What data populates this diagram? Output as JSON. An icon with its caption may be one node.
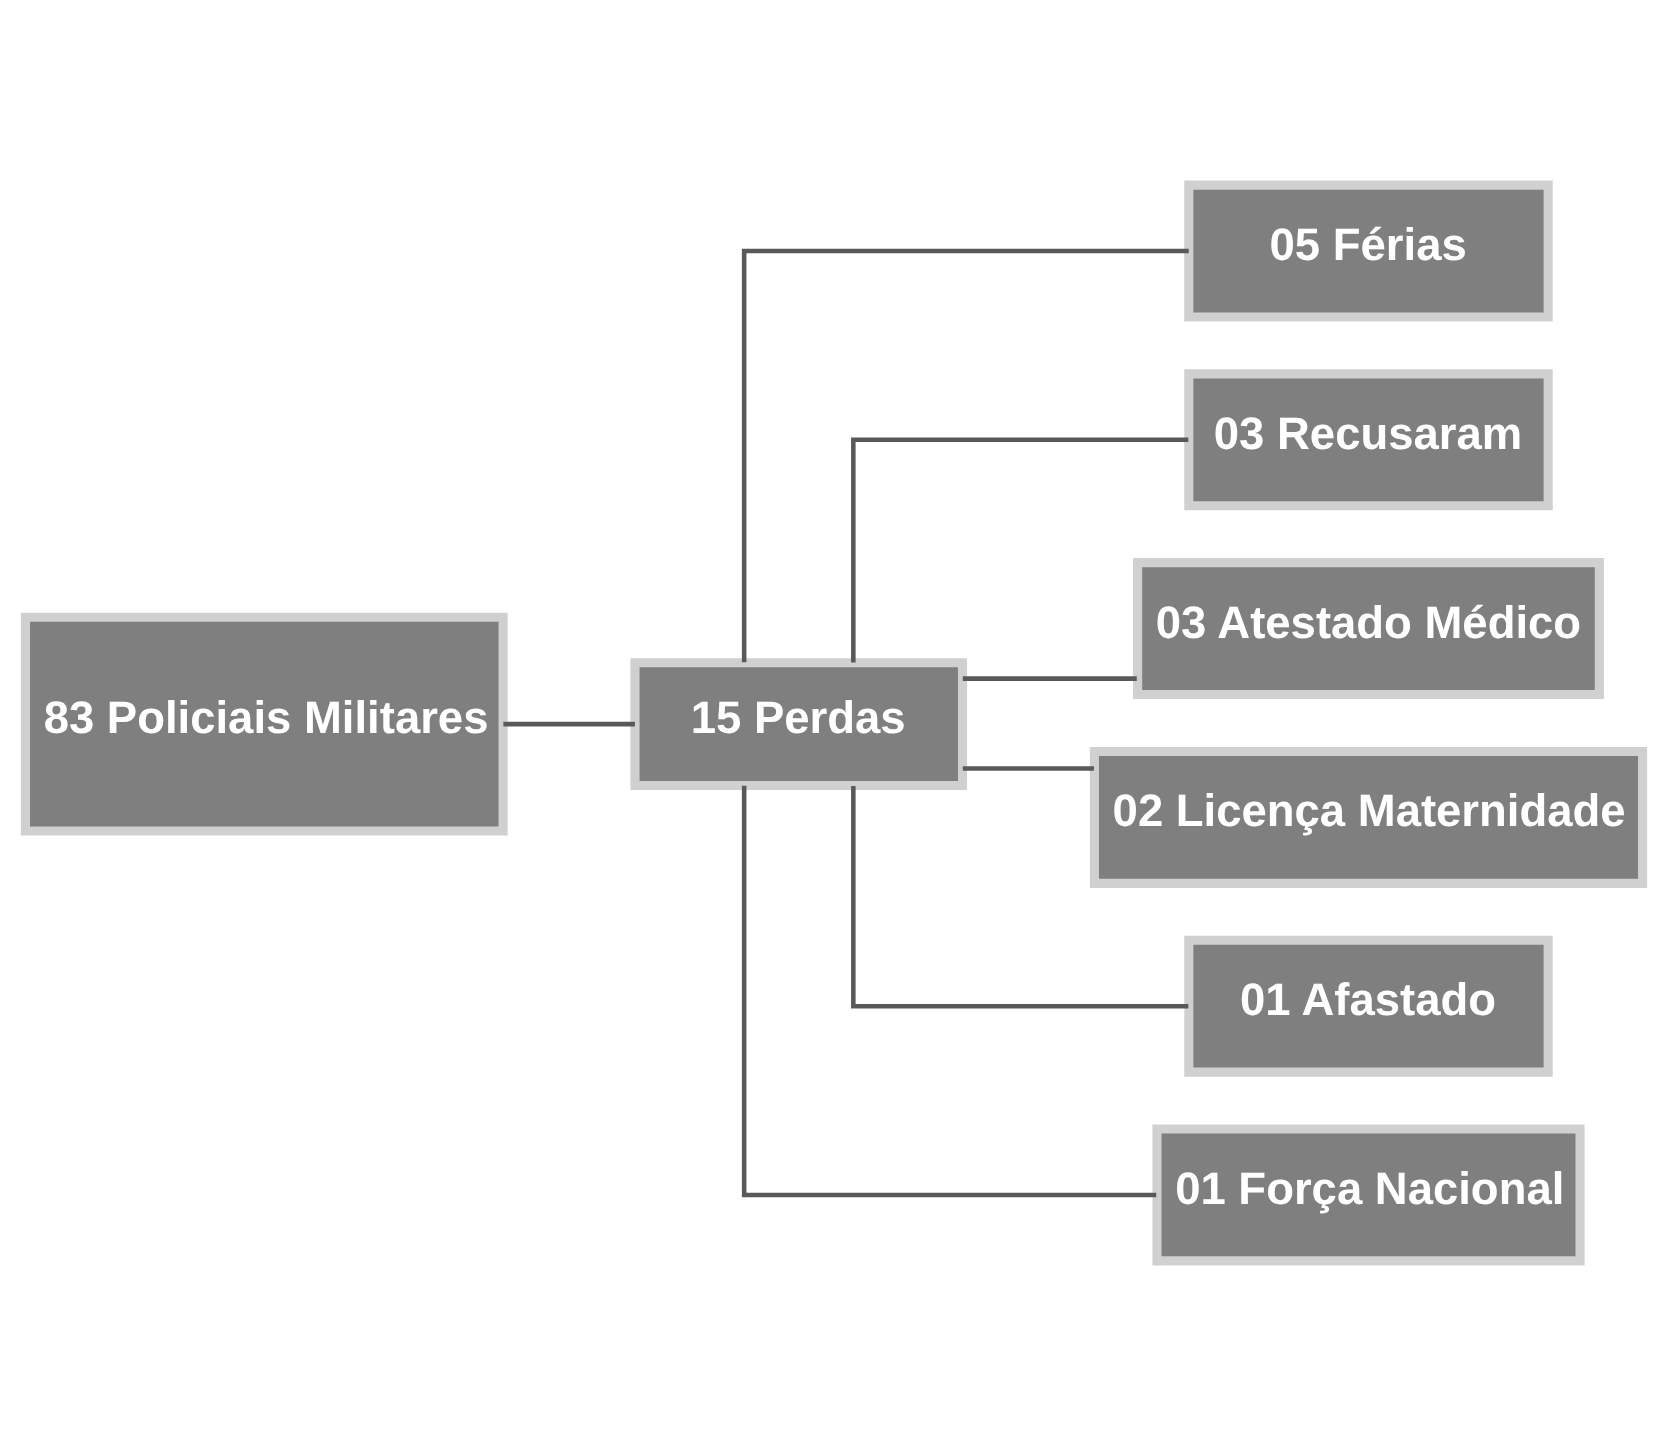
{
  "diagram": {
    "nodes": [
      {
        "text": [
          "83 Policiais Militares"
        ]
      },
      {
        "text": [
          "15 Perdas"
        ]
      },
      {
        "text": [
          "05 Férias"
        ]
      },
      {
        "text": [
          "03 Recusaram"
        ]
      },
      {
        "text": [
          "03 Atestado Médico"
        ]
      },
      {
        "text": [
          "02 Licença Maternidade"
        ]
      },
      {
        "text": [
          "01 Afastado"
        ]
      },
      {
        "text": [
          "01 Força Nacional"
        ]
      }
    ],
    "edges": [
      {
        "from": 0,
        "to": 1,
        "arrow": "none"
      },
      {
        "from": 1,
        "to": 2,
        "arrow": "none"
      },
      {
        "from": 1,
        "to": 3,
        "arrow": "none"
      },
      {
        "from": 1,
        "to": 4,
        "arrow": "none"
      },
      {
        "from": 1,
        "to": 5,
        "arrow": "none"
      },
      {
        "from": 1,
        "to": 6,
        "arrow": "none"
      },
      {
        "from": 1,
        "to": 7,
        "arrow": "none"
      }
    ]
  }
}
